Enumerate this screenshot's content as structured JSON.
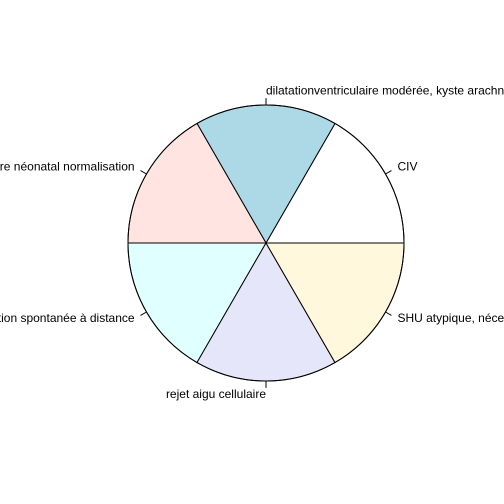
{
  "chart_data": {
    "type": "pie",
    "title": "",
    "start_angle_deg": 0,
    "direction": "counterclockwise",
    "slices": [
      {
        "label": "CIV",
        "value": 1,
        "color": "#ffffff"
      },
      {
        "label": "dilatationventriculaire modérée, kyste arachnoïdien",
        "value": 1,
        "color": "#add8e6"
      },
      {
        "label": "ictère néonatal normalisation",
        "value": 1,
        "color": "#ffe4e1"
      },
      {
        "label": "résolution spontanée à distance",
        "value": 1,
        "color": "#e0ffff"
      },
      {
        "label": "rejet aigu cellulaire",
        "value": 1,
        "color": "#e6e6fa"
      },
      {
        "label": "SHU atypique, nécessité d'un traitement",
        "value": 1,
        "color": "#fff8dc"
      }
    ]
  }
}
